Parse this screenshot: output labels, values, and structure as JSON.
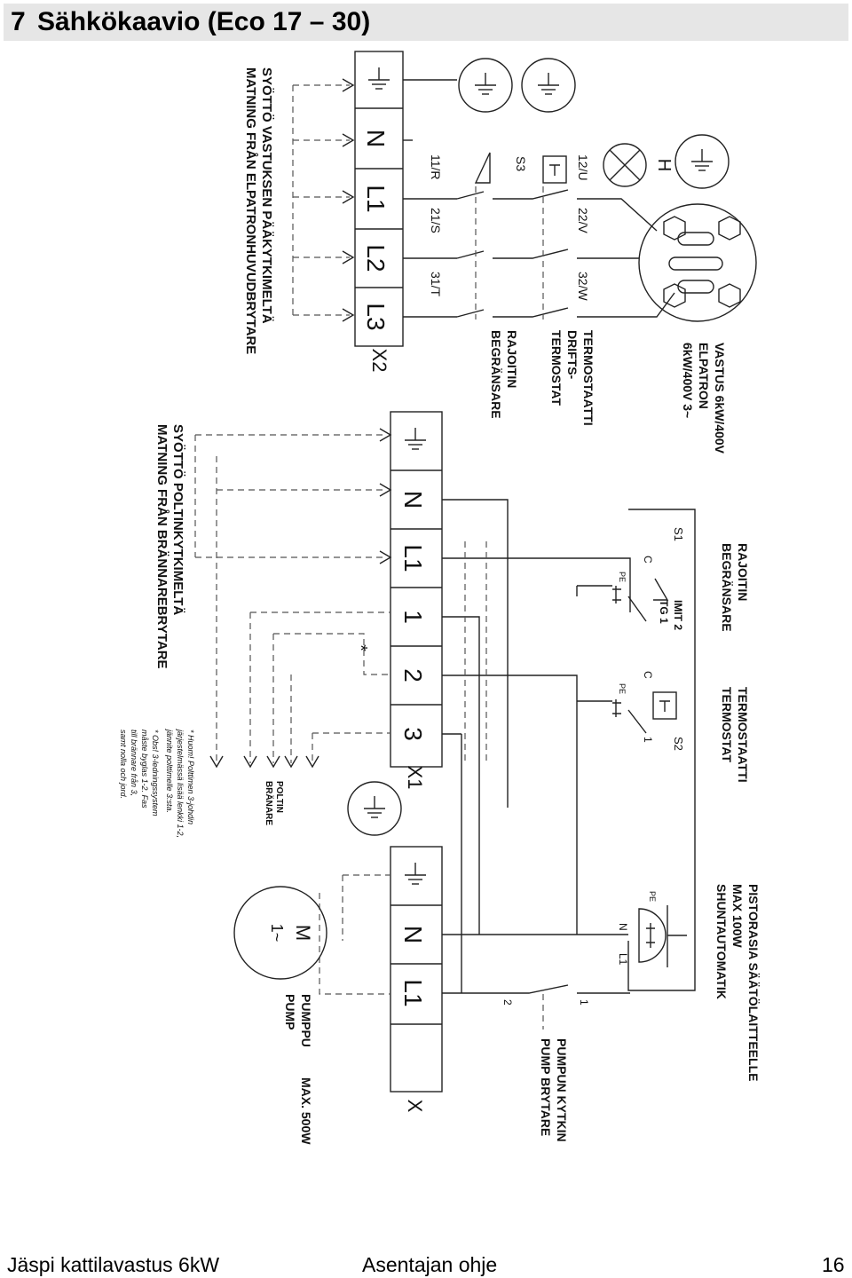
{
  "header": {
    "section_number": "7",
    "title": "Sähkökaavio (Eco 17 – 30)"
  },
  "footer": {
    "left": "Jäspi kattilavastus 6kW",
    "center": "Asentajan ohje",
    "page": "16"
  },
  "diagram": {
    "x2_terminals": [
      "N",
      "L1",
      "L2",
      "L3"
    ],
    "x2_label": "X2",
    "x1_terminals": [
      "N",
      "L1",
      "1",
      "2",
      "3"
    ],
    "x1_label": "X1",
    "x_terminals": [
      "N",
      "L1"
    ],
    "x_label": "X",
    "heater_label": "H",
    "s3_label": "S3",
    "contacts_top": [
      "12/U",
      "22/V",
      "32/W"
    ],
    "contacts_bottom": [
      "11/R",
      "21/S",
      "31/T"
    ],
    "supply_heater": [
      "SYÖTTÖ VASTUKSEN PÄÄKYTKIMELTÄ",
      "MATNING FRÅN ELPATRONHUVUDBRYTARE"
    ],
    "heater_element": [
      "VASTUS 6kW/400V",
      "ELPATRON",
      "6kW/400V 3~"
    ],
    "thermostat_top": [
      "TERMOSTAATTI",
      "DRIFTS-",
      "TERMOSTAT"
    ],
    "limiter_top": [
      "RAJOITIN",
      "BEGRÄNSARE"
    ],
    "supply_burner": [
      "SYÖTTÖ POLTINKYTKIMELTÄ",
      "MATNING FRÅN BRÄNNAREBRYTARE"
    ],
    "limiter_mid": [
      "RAJOITIN",
      "BEGRÄNSARE"
    ],
    "limit2": "IMIT 2",
    "tg1": "TG 1",
    "s1_label": "S1",
    "c_label": "C",
    "pe_label": "PE",
    "thermostat_mid": [
      "TERMOSTAATTI",
      "TERMOSTAT"
    ],
    "s2_label": "S2",
    "one_label": "1",
    "star": "*",
    "burner": [
      "POLTIN",
      "BRÄNARE"
    ],
    "note_fi": [
      "* Huom! Polttimen 3-johdin",
      "järjestelmässä lisää lenkki 1-2,",
      "jännite polttimelle 3:sta."
    ],
    "note_sv": [
      "* Obs! 3-ledningssystem",
      "måste byglas 1-2. Fas",
      "till brännare från 3,",
      "samt nolla och jord."
    ],
    "socket": [
      "PISTORASIA SÄÄTÖLAITTEELLE",
      "MAX 100W",
      "SHUNTAUTOMATIK"
    ],
    "socket_pins": [
      "PE",
      "N",
      "L1"
    ],
    "motor": [
      "M",
      "1~"
    ],
    "pump": [
      "PUMPPU",
      "PUMP"
    ],
    "pump_max": "MAX. 500W",
    "pump_switch": [
      "PUMPUN KYTKIN",
      "PUMP BRYTARE"
    ],
    "pump_switch_pins": [
      "1",
      "2"
    ]
  }
}
